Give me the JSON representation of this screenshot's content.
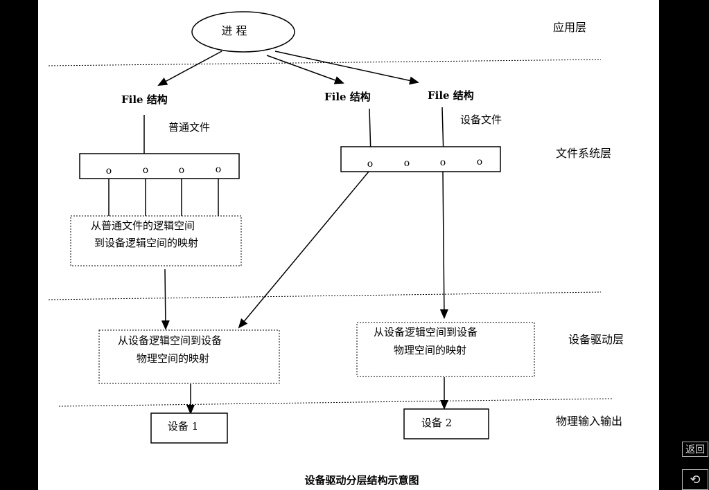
{
  "layers": {
    "application": "应用层",
    "filesystem": "文件系统层",
    "driver": "设备驱动层",
    "physical": "物理输入输出"
  },
  "process": "进 程",
  "file_struct_label": "File 结构",
  "ordinary_file": "普通文件",
  "device_file": "设备文件",
  "slot_glyph": "o",
  "map_left_line1": "从普通文件的逻辑空间",
  "map_left_line2": "到设备逻辑空间的映射",
  "driver_map_line1": "从设备逻辑空间到设备",
  "driver_map_line2": "物理空间的映射",
  "device1": "设备 1",
  "device2": "设备 2",
  "caption": "设备驱动分层结构示意图",
  "nav": {
    "back": "返回",
    "return_icon": "⟲"
  }
}
